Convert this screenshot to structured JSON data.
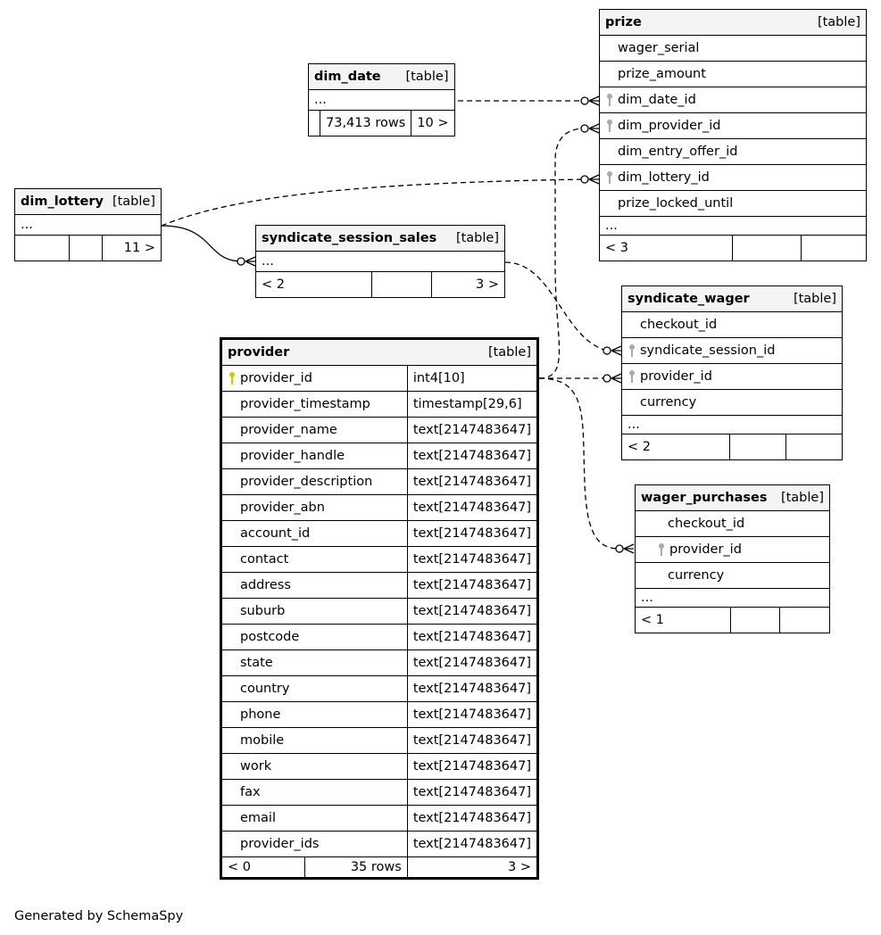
{
  "footer": "Generated by SchemaSpy",
  "tag": "[table]",
  "tables": {
    "prize": {
      "name": "prize",
      "columns": [
        "wager_serial",
        "prize_amount",
        "dim_date_id",
        "dim_provider_id",
        "dim_entry_offer_id",
        "dim_lottery_id",
        "prize_locked_until"
      ],
      "ellipsis": "...",
      "foot": [
        "< 3",
        "",
        ""
      ]
    },
    "dim_date": {
      "name": "dim_date",
      "ellipsis": "...",
      "foot": [
        "",
        "73,413 rows",
        "10 >"
      ]
    },
    "dim_lottery": {
      "name": "dim_lottery",
      "ellipsis": "...",
      "foot": [
        "",
        "",
        "11 >"
      ]
    },
    "syndicate_session_sales": {
      "name": "syndicate_session_sales",
      "ellipsis": "...",
      "foot": [
        "< 2",
        "",
        "3 >"
      ]
    },
    "syndicate_wager": {
      "name": "syndicate_wager",
      "columns": [
        "checkout_id",
        "syndicate_session_id",
        "provider_id",
        "currency"
      ],
      "ellipsis": "...",
      "foot": [
        "< 2",
        "",
        ""
      ]
    },
    "wager_purchases": {
      "name": "wager_purchases",
      "columns": [
        "checkout_id",
        "provider_id",
        "currency"
      ],
      "ellipsis": "...",
      "foot": [
        "< 1",
        "",
        ""
      ]
    },
    "provider": {
      "name": "provider",
      "columns": [
        {
          "name": "provider_id",
          "type": "int4[10]"
        },
        {
          "name": "provider_timestamp",
          "type": "timestamp[29,6]"
        },
        {
          "name": "provider_name",
          "type": "text[2147483647]"
        },
        {
          "name": "provider_handle",
          "type": "text[2147483647]"
        },
        {
          "name": "provider_description",
          "type": "text[2147483647]"
        },
        {
          "name": "provider_abn",
          "type": "text[2147483647]"
        },
        {
          "name": "account_id",
          "type": "text[2147483647]"
        },
        {
          "name": "contact",
          "type": "text[2147483647]"
        },
        {
          "name": "address",
          "type": "text[2147483647]"
        },
        {
          "name": "suburb",
          "type": "text[2147483647]"
        },
        {
          "name": "postcode",
          "type": "text[2147483647]"
        },
        {
          "name": "state",
          "type": "text[2147483647]"
        },
        {
          "name": "country",
          "type": "text[2147483647]"
        },
        {
          "name": "phone",
          "type": "text[2147483647]"
        },
        {
          "name": "mobile",
          "type": "text[2147483647]"
        },
        {
          "name": "work",
          "type": "text[2147483647]"
        },
        {
          "name": "fax",
          "type": "text[2147483647]"
        },
        {
          "name": "email",
          "type": "text[2147483647]"
        },
        {
          "name": "provider_ids",
          "type": "text[2147483647]"
        }
      ],
      "foot": [
        "< 0",
        "35 rows",
        "3 >"
      ]
    }
  },
  "colors": {
    "header_bg": "#f4f4f4",
    "primary_key": "#cccc00",
    "foreign_key": "#aaaaaa",
    "line": "#000000"
  }
}
